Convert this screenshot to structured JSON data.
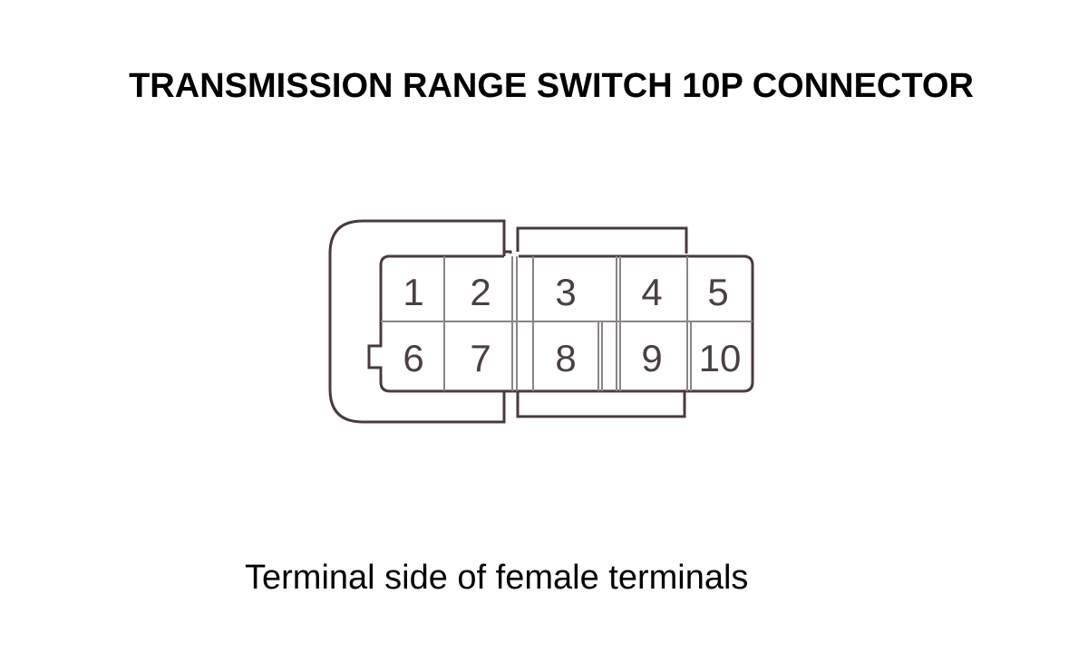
{
  "title": "TRANSMISSION RANGE SWITCH 10P CONNECTOR",
  "caption": "Terminal side of female terminals",
  "colors": {
    "outline": "#4a3a3c",
    "inner_line": "#8a8486",
    "text": "#000000"
  },
  "terminals": {
    "top_row": [
      "1",
      "2",
      "3",
      "4",
      "5"
    ],
    "bottom_row": [
      "6",
      "7",
      "8",
      "9",
      "10"
    ]
  }
}
